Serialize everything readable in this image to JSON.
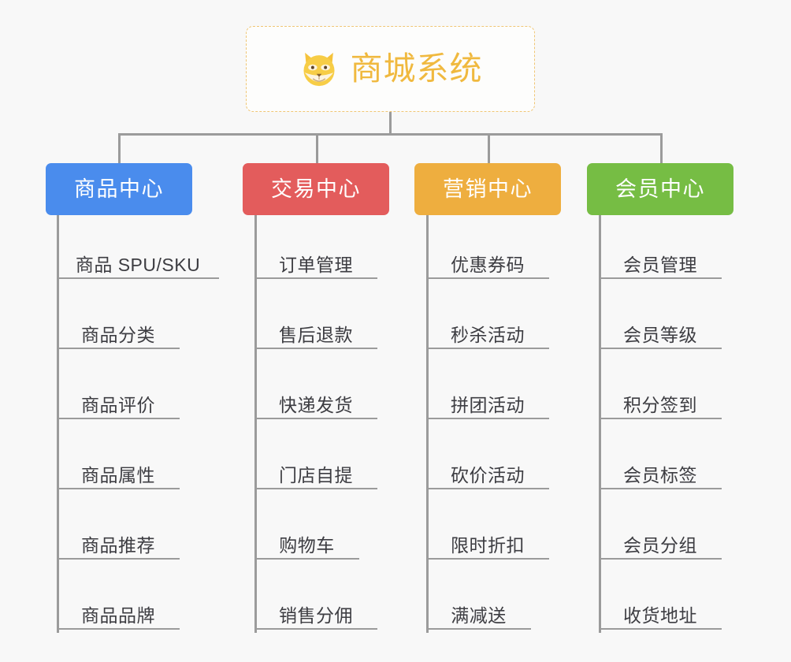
{
  "root": {
    "title": "商城系统",
    "icon": "shiba-dog-icon",
    "text_color": "#f0b93f",
    "border_color": "#f0c675"
  },
  "colors": {
    "background": "#f8f8f8",
    "connector": "#9b9b9b",
    "leaf_text": "#3d3d42"
  },
  "columns": [
    {
      "label": "商品中心",
      "color": "#4a8ced",
      "items": [
        "商品 SPU/SKU",
        "商品分类",
        "商品评价",
        "商品属性",
        "商品推荐",
        "商品品牌"
      ]
    },
    {
      "label": "交易中心",
      "color": "#e35c5c",
      "items": [
        "订单管理",
        "售后退款",
        "快递发货",
        "门店自提",
        "购物车",
        "销售分佣"
      ]
    },
    {
      "label": "营销中心",
      "color": "#eeae3f",
      "items": [
        "优惠券码",
        "秒杀活动",
        "拼团活动",
        "砍价活动",
        "限时折扣",
        "满减送"
      ]
    },
    {
      "label": "会员中心",
      "color": "#76bd44",
      "items": [
        "会员管理",
        "会员等级",
        "积分签到",
        "会员标签",
        "会员分组",
        "收货地址"
      ]
    }
  ]
}
